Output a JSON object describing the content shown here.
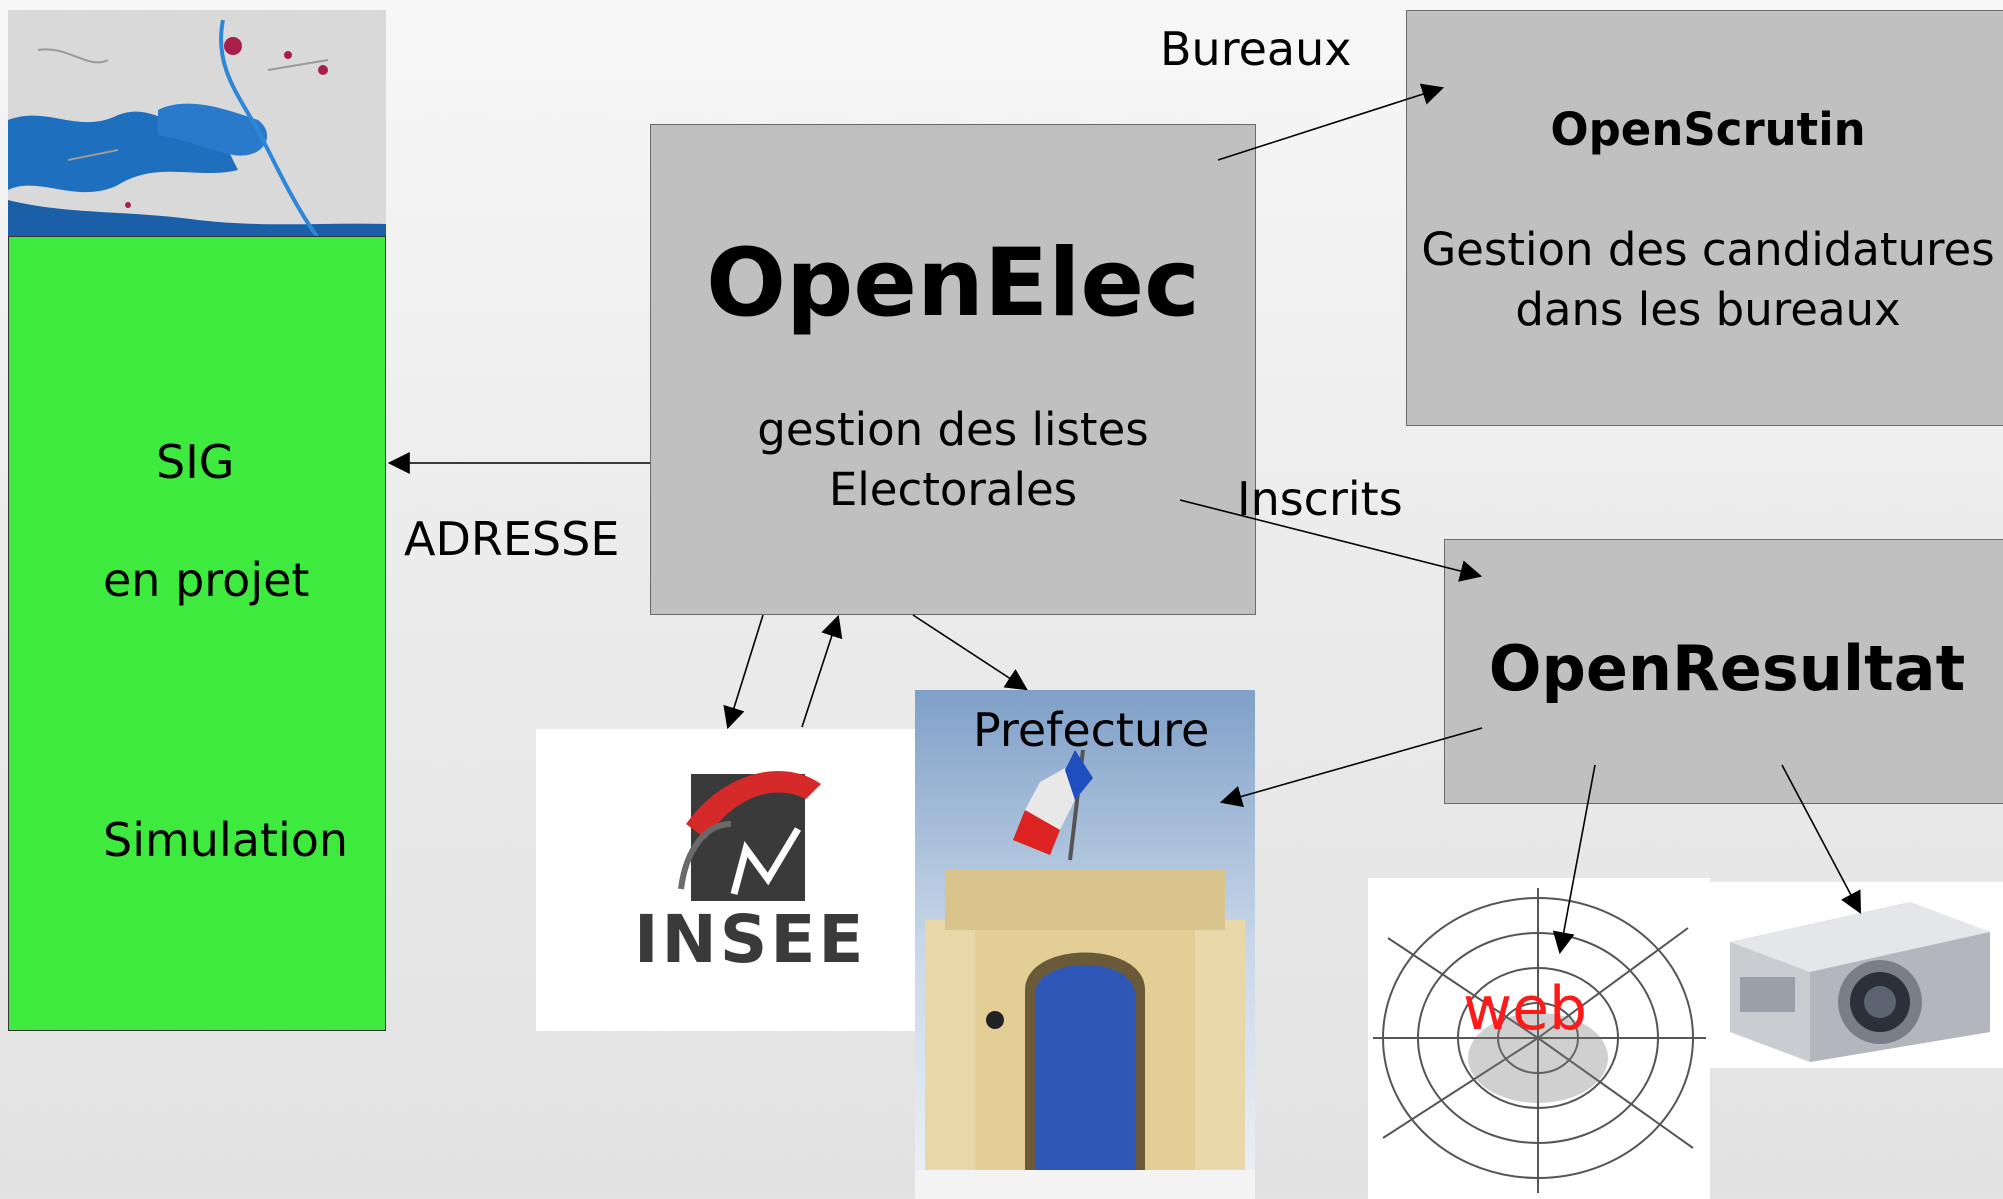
{
  "sig": {
    "title": "SIG",
    "status": "en projet",
    "note": "Simulation"
  },
  "openelec": {
    "title": "OpenElec",
    "line1": "gestion des listes",
    "line2": "Electorales"
  },
  "openscrutin": {
    "title": "OpenScrutin",
    "line1": "Gestion des candidatures",
    "line2": "dans les bureaux"
  },
  "openresultat": {
    "title": "OpenResultat"
  },
  "labels": {
    "adresse": "ADRESSE",
    "bureaux": "Bureaux",
    "inscrits": "Inscrits",
    "prefecture": "Prefecture",
    "web": "web"
  },
  "logos": {
    "insee": "INSEE"
  },
  "colors": {
    "sig_green": "#3fea3f",
    "box_gray": "#c0c0c0",
    "web_red": "#ff1a1a",
    "insee_dark": "#3a3a3a",
    "insee_red": "#d62a2a"
  }
}
